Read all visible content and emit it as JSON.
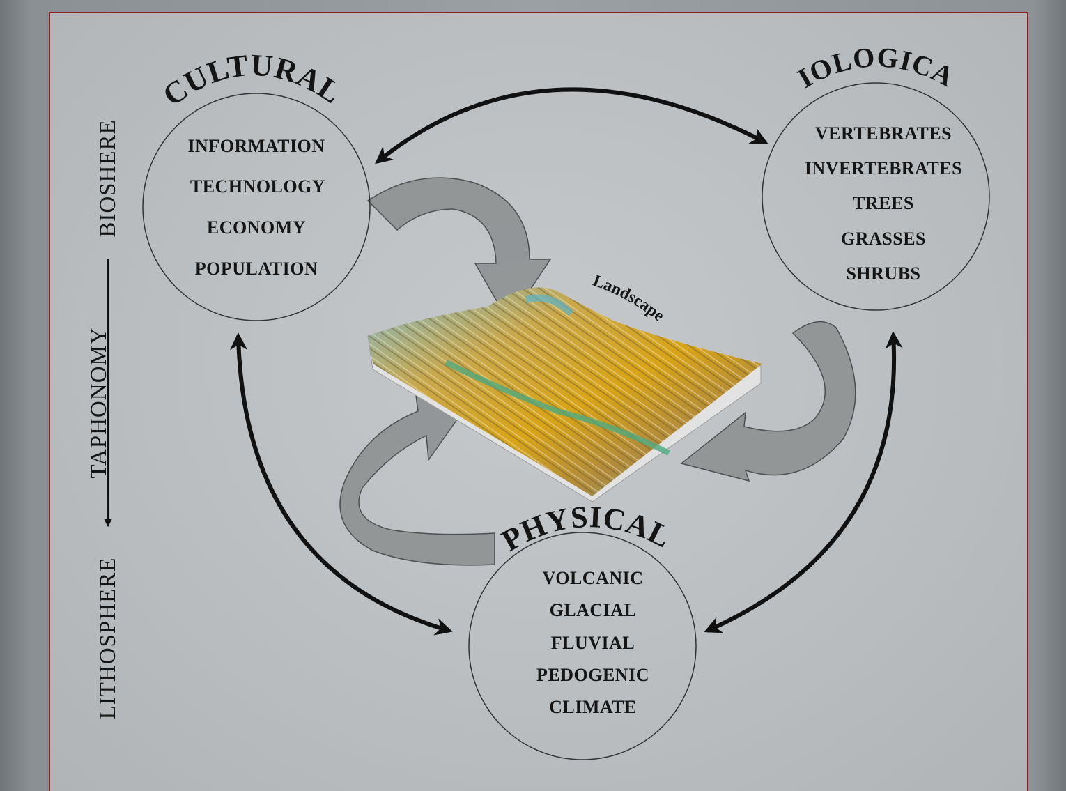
{
  "diagram": {
    "cultural": {
      "title": "CULTURAL",
      "items": [
        "INFORMATION",
        "TECHNOLOGY",
        "ECONOMY",
        "POPULATION"
      ]
    },
    "biological": {
      "title": "BIOLOGICAL",
      "items": [
        "VERTEBRATES",
        "INVERTEBRATES",
        "TREES",
        "GRASSES",
        "SHRUBS"
      ]
    },
    "physical": {
      "title": "PHYSICAL",
      "items": [
        "VOLCANIC",
        "GLACIAL",
        "FLUVIAL",
        "PEDOGENIC",
        "CLIMATE"
      ]
    },
    "landscape_label": "Landscape",
    "side_axis": {
      "top": "BIOSHERE",
      "middle": "TAPHONOMY",
      "bottom": "LITHOSPHERE"
    }
  },
  "colors": {
    "frame_border": "#8a1d1d",
    "panel_bg": "#bdc1c3",
    "curved_arrow_fill": "#8f9293",
    "text": "#151515"
  }
}
